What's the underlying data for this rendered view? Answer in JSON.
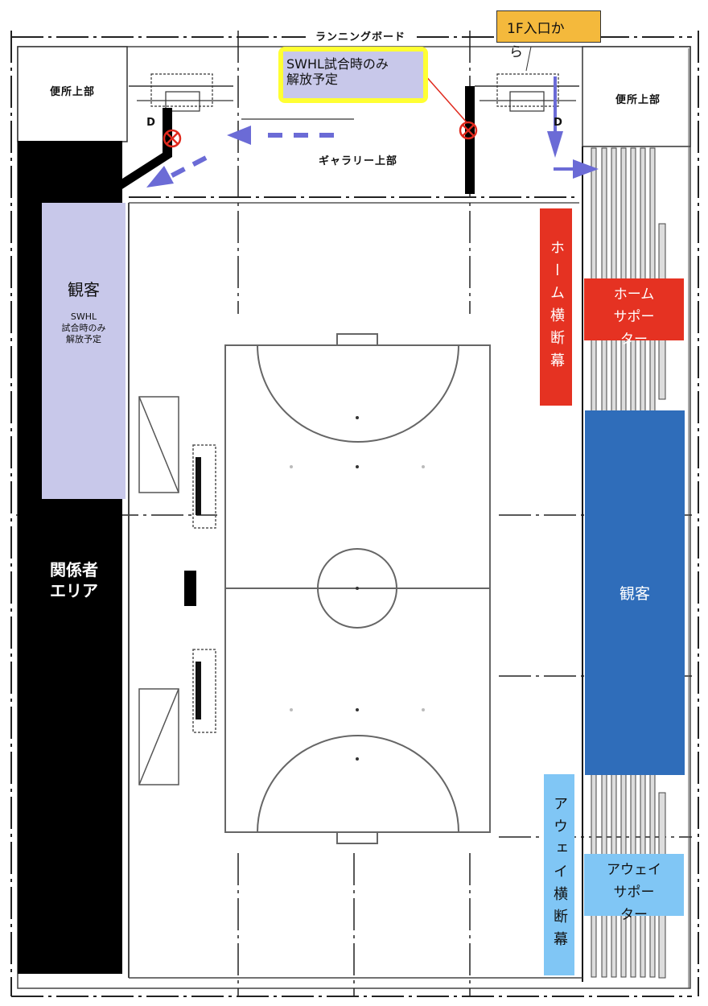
{
  "diagram": {
    "type": "venue-floor-plan",
    "title_strip": "ランニングボード",
    "colors": {
      "staff_area": "#000000",
      "left_spectators": "#c8c8ea",
      "home": "#e53222",
      "spectators_right": "#2f6dba",
      "away": "#80c6f5",
      "callout_yellow": "#ffff33",
      "callout_orange": "#f4b93c",
      "arrow": "#6b6bd6",
      "closed_marker": "#e02a1e"
    }
  },
  "rooms": {
    "toilet_upper_left": "便所上部",
    "toilet_upper_right": "便所上部",
    "gallery_upper": "ギャラリー上部",
    "door_left": "D",
    "door_right": "D"
  },
  "callouts": {
    "swhl_only": "SWHL試合時のみ\n解放予定",
    "entrance_from_1f": "1F入口か",
    "entrance_from_1f_overflow": "ら"
  },
  "zones": {
    "staff_area": "関係者\nエリア",
    "left_spectators": {
      "label": "観客",
      "note": "SWHL\n試合時のみ\n解放予定"
    },
    "home_banner": "ホーム横断幕",
    "home_supporters": "ホーム\nサポー\nター",
    "spectators_right": "観客",
    "away_banner": "アウェイ横断幕",
    "away_supporters": "アウェイ\nサポー\nター"
  },
  "markers": [
    {
      "name": "closed-passage-left",
      "icon": "closed-circle-x-icon"
    },
    {
      "name": "closed-passage-right",
      "icon": "closed-circle-x-icon"
    }
  ]
}
